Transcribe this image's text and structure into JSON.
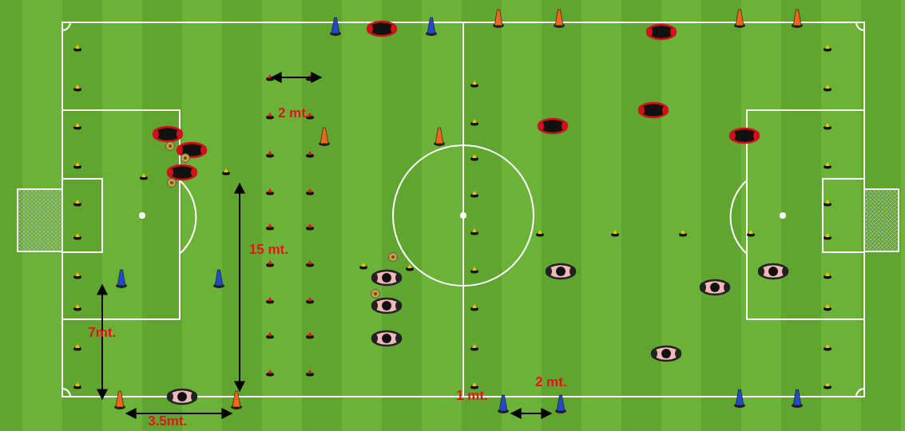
{
  "diagram": {
    "labels": [
      "2 mt.",
      "15 mt.",
      "7mt.",
      "3.5mt.",
      "1 mt.",
      "2 mt."
    ]
  }
}
